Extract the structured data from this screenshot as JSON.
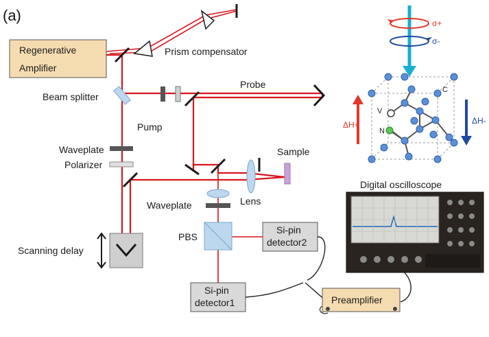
{
  "figure": {
    "panel_label": "(a)",
    "components": {
      "amplifier_line1": "Regenerative",
      "amplifier_line2": "Amplifier",
      "prism_compensator": "Prism compensator",
      "beam_splitter": "Beam splitter",
      "probe": "Probe",
      "pump": "Pump",
      "waveplate_left": "Waveplate",
      "polarizer": "Polarizer",
      "sample": "Sample",
      "lens": "Lens",
      "waveplate_mid": "Waveplate",
      "pbs": "PBS",
      "scanning_delay": "Scanning delay",
      "detector2_line1": "Si-pin",
      "detector2_line2": "detector2",
      "detector1_line1": "Si-pin",
      "detector1_line2": "detector1",
      "preamplifier": "Preamplifier",
      "oscilloscope": "Digital oscilloscope"
    },
    "crystal": {
      "sigma_plus": "σ+",
      "sigma_minus": "σ-",
      "vacancy": "V",
      "nitrogen": "N",
      "carbon": "C",
      "field_up": "ΔH+",
      "field_down": "ΔH-"
    },
    "colors": {
      "beam": "#d9141c",
      "amplifier_fill": "#f5dcb0",
      "detector_fill": "#d9d9d9",
      "preamp_fill": "#f5dcb0",
      "field_up": "#e2382a",
      "field_down": "#1f4aa0",
      "probe_arrow": "#1aaed3",
      "atom": "#5b8fd8",
      "nitrogen_atom": "#5fc45a"
    }
  }
}
